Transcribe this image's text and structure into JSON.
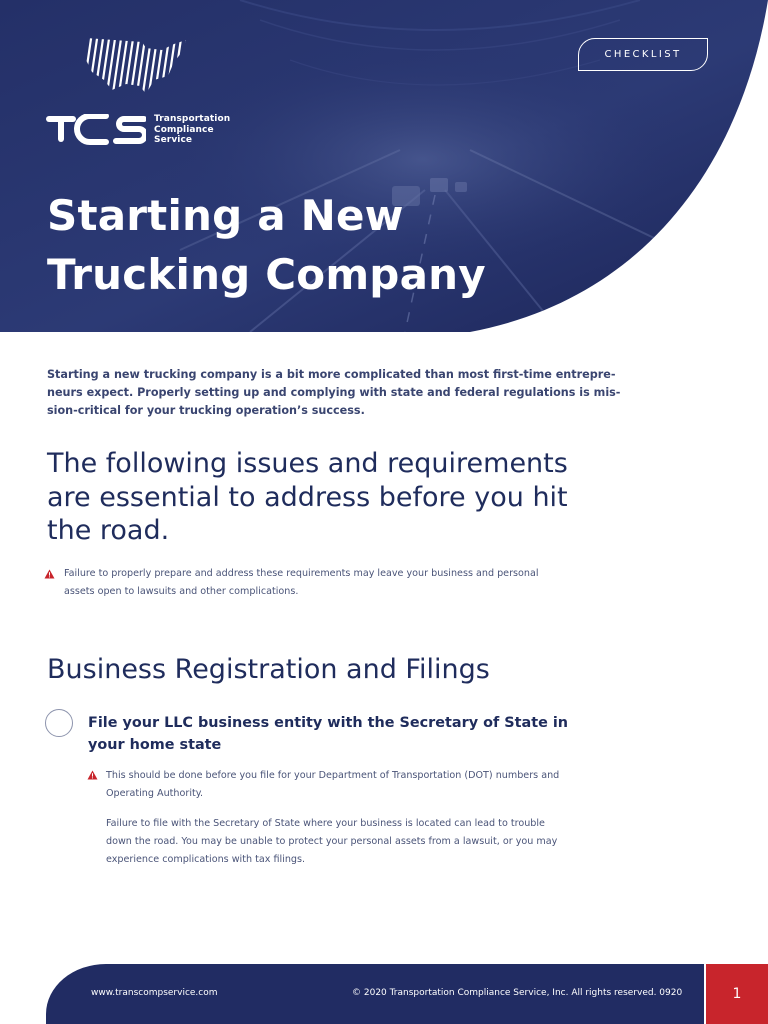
{
  "brand": {
    "abbreviation": "TCS",
    "subtitle_lines": [
      "Transportation",
      "Compliance",
      "Service"
    ]
  },
  "badge": {
    "label": "CHECKLIST"
  },
  "title_lines": [
    "Starting a New",
    "Trucking Company"
  ],
  "intro_lines": [
    "Starting a new trucking company is a bit more complicated than most first-time entrepre-",
    "neurs expect. Properly setting up and complying with state and federal regulations is mis-",
    "sion-critical for your trucking operation’s success."
  ],
  "lead_lines": [
    "The following issues and requirements",
    "are essential to address before you hit",
    "the road."
  ],
  "warning_note": {
    "lines": [
      "Failure to properly prepare and address these requirements may leave your business and personal",
      "assets open to lawsuits and other complications."
    ]
  },
  "section": {
    "heading": "Business Registration and Filings",
    "items": [
      {
        "title_lines": [
          "File your LLC business entity with the Secretary of State in",
          "your home state"
        ],
        "note_lines": [
          "This should be done before you file for your Department of Transportation (DOT) numbers and",
          "Operating Authority."
        ],
        "detail_lines": [
          "Failure to file with the Secretary of State where your business is located can lead to trouble",
          "down the road. You may be unable to protect your personal assets from a lawsuit, or you may",
          "experience complications with tax filings."
        ]
      }
    ]
  },
  "footer": {
    "url": "www.transcompservice.com",
    "copyright": "© 2020 Transportation Compliance Service, Inc. All rights reserved. 0920",
    "page_number": "1"
  },
  "colors": {
    "navy": "#212c63",
    "accent_red": "#c8252c",
    "white": "#ffffff"
  },
  "icons": [
    "us-map-logo-icon",
    "warning-icon",
    "checkbox-circle-icon"
  ]
}
